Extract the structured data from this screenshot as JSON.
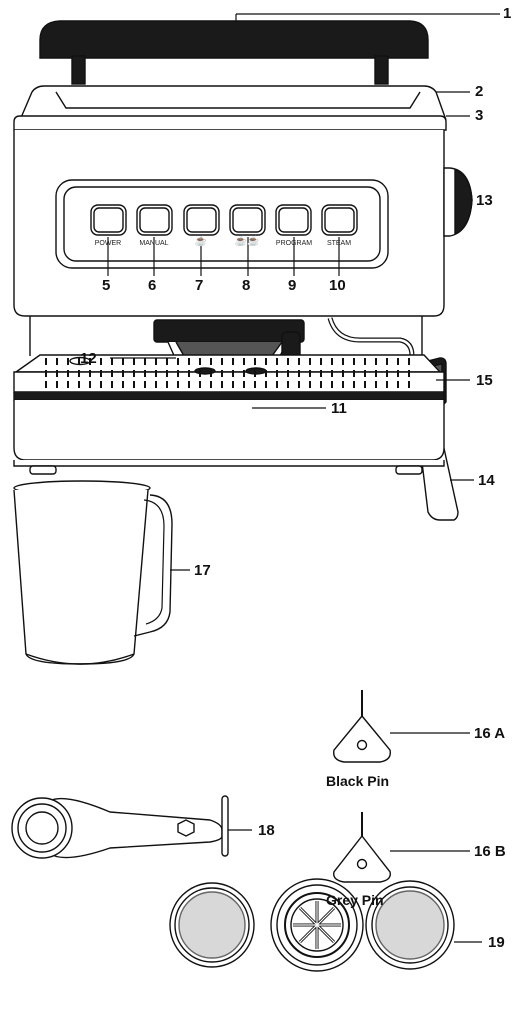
{
  "buttons": [
    {
      "label": "POWER"
    },
    {
      "label": "MANUAL"
    },
    {
      "label": "",
      "icon": "single-cup-icon"
    },
    {
      "label": "",
      "icon": "double-cup-icon"
    },
    {
      "label": "PROGRAM"
    },
    {
      "label": "STEAM"
    }
  ],
  "callouts": [
    "1",
    "2",
    "3",
    "5",
    "6",
    "7",
    "8",
    "9",
    "10",
    "11",
    "12",
    "13",
    "14",
    "15",
    "16 A",
    "16 B",
    "17",
    "18",
    "19"
  ],
  "pins": [
    {
      "id": "16 A",
      "name": "Black Pin"
    },
    {
      "id": "16 B",
      "name": "Grey Pin"
    }
  ],
  "colors": {
    "line": "#111111",
    "dark": "#1a1a1a",
    "mid": "#555555"
  }
}
